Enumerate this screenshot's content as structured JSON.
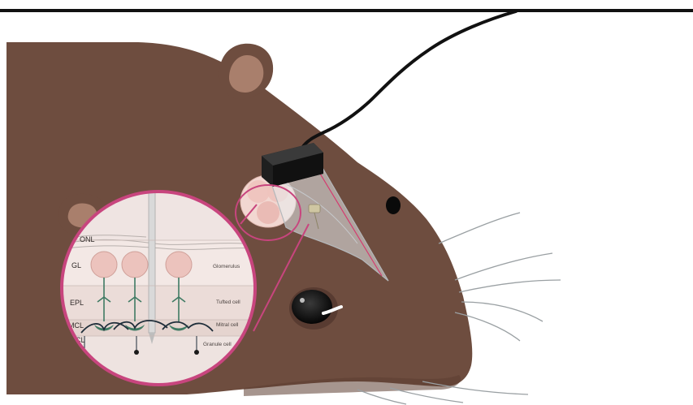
{
  "figure": {
    "layers": [
      {
        "id": "onl",
        "label": "ONL"
      },
      {
        "id": "gl",
        "label": "GL"
      },
      {
        "id": "epl",
        "label": "EPL"
      },
      {
        "id": "mcl",
        "label": "MCL"
      },
      {
        "id": "gcl",
        "label": "GCL"
      }
    ],
    "structures": [
      {
        "id": "glomerulus",
        "label": "Glomerulus"
      },
      {
        "id": "tufted",
        "label": "Tufted cell"
      },
      {
        "id": "mitral",
        "label": "Mitral cell"
      },
      {
        "id": "granule",
        "label": "Granule cell"
      }
    ],
    "colors": {
      "fur": "#6e4d3f",
      "fur_shadow": "#5c3e32",
      "ear_inner": "#a97f6c",
      "magnifier_ring": "#c8457e",
      "tissue_bg": "#f1e8e6",
      "glomerulus": "#ecc3bd",
      "neuron_green": "#3f7a63",
      "cable": "#111111",
      "headstage": "#1d1d1d"
    }
  }
}
